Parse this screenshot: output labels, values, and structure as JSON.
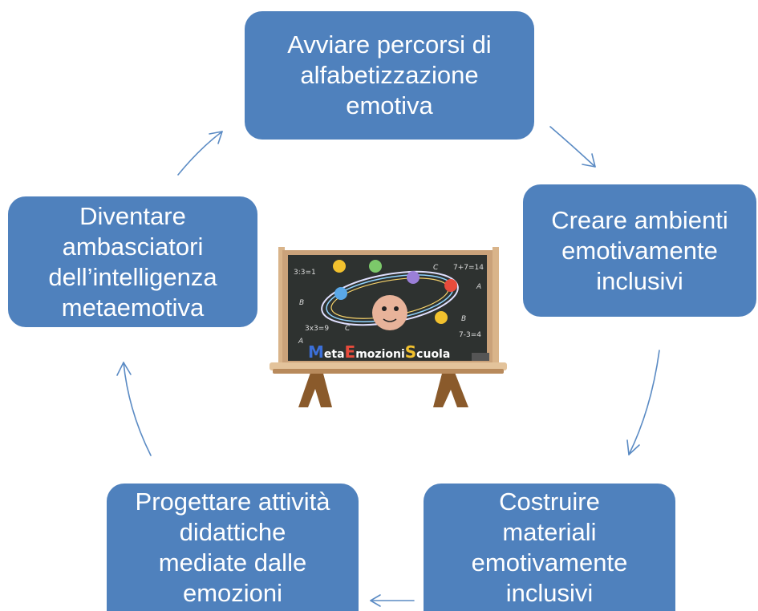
{
  "diagram": {
    "nodes": {
      "top": {
        "lines": [
          "Avviare percorsi di",
          "alfabetizzazione",
          "emotiva"
        ]
      },
      "right": {
        "lines": [
          "Creare ambienti",
          "emotivamente",
          "inclusivi"
        ]
      },
      "bottom_right": {
        "lines": [
          "Costruire",
          "materiali",
          "emotivamente",
          "inclusivi"
        ]
      },
      "bottom_left": {
        "lines": [
          "Progettare attività",
          "didattiche",
          "mediate dalle",
          "emozioni"
        ]
      },
      "left": {
        "lines": [
          "Diventare",
          "ambasciatori",
          "dell’intelligenza",
          "metaemotiva"
        ]
      }
    },
    "flow": [
      "top",
      "right",
      "bottom_right",
      "bottom_left",
      "left",
      "top"
    ],
    "node_color": "#4f81bd",
    "arrow_color": "#5b8bc4"
  },
  "center_image": {
    "logo_letters": [
      "M",
      "eta",
      "E",
      "mozioni",
      "S",
      "cuola"
    ],
    "logo_colors": [
      "#3b6fd8",
      "#ffffff",
      "#e84b3c",
      "#ffffff",
      "#f2c12e",
      "#ffffff"
    ],
    "board_marks": [
      "3:3=1",
      "7+7=14",
      "3x3=9",
      "7-3=4",
      "B",
      "C",
      "A",
      "B",
      "C",
      "A"
    ]
  }
}
